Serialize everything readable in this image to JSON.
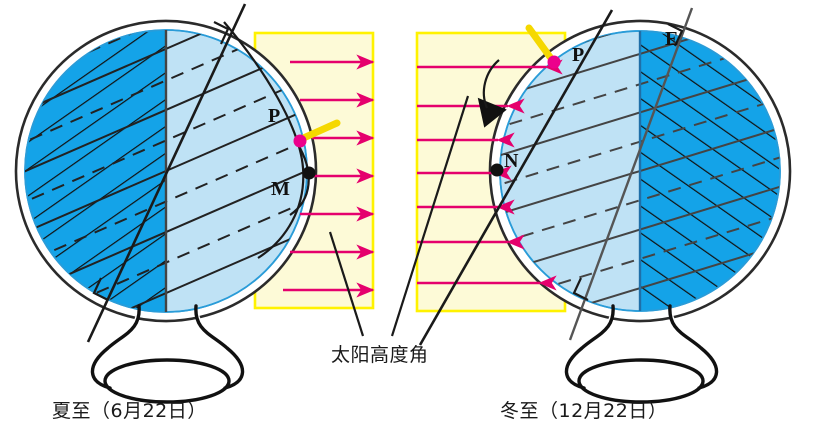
{
  "figure": {
    "title_visible": false,
    "type": "earth-sun-illumination-diagram",
    "background": "#ffffff"
  },
  "colors": {
    "night_fill": "#14A3E8",
    "day_fill": "#BFE2F5",
    "sunbeam_band_fill": "#FDFAD7",
    "sunbeam_band_border": "#FFF200",
    "ray_color": "#E5006D",
    "highlight_dot": "#EC008C",
    "gnomon_yellow": "#F5D800",
    "outline": "#1A1A1A",
    "globe_ring": "#2B2B2B"
  },
  "left_globe": {
    "caption": "夏至（6月22日）",
    "season": "夏至",
    "date": "6月22日",
    "labels": [
      {
        "name": "P",
        "text": "P"
      },
      {
        "name": "M",
        "text": "M"
      }
    ],
    "rays": {
      "direction": "leftward",
      "count": 7
    },
    "lit_side": "right",
    "dark_side": "left"
  },
  "right_globe": {
    "caption": "冬至（12月22日）",
    "season": "冬至",
    "date": "12月22日",
    "labels": [
      {
        "name": "P",
        "text": "P"
      },
      {
        "name": "N",
        "text": "N"
      },
      {
        "name": "E",
        "text": "E"
      }
    ],
    "rays": {
      "direction": "rightward",
      "count": 7
    },
    "lit_side": "left",
    "dark_side": "right"
  },
  "annotation": {
    "angle_label": "太阳高度角"
  }
}
